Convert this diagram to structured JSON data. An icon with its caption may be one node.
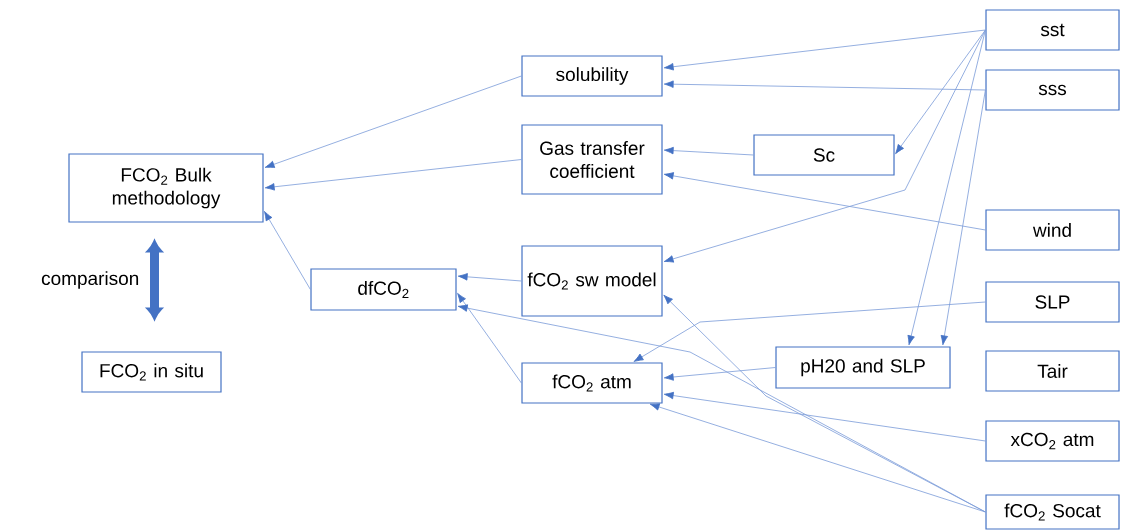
{
  "diagram": {
    "nodes": [
      {
        "text": [
          "FCO$_{2}$ Bulk methodology"
        ]
      },
      {
        "text": [
          "FCO$_{2}$ in situ"
        ]
      },
      {
        "text": [
          "solubility"
        ]
      },
      {
        "text": [
          "Gas transfer coefficient"
        ]
      },
      {
        "text": [
          "Sc"
        ]
      },
      {
        "text": [
          "dfCO$_{2}$"
        ]
      },
      {
        "text": [
          "fCO$_{2}$ sw model"
        ]
      },
      {
        "text": [
          "fCO$_{2}$ atm"
        ]
      },
      {
        "text": [
          "pH20 and SLP"
        ]
      },
      {
        "text": [
          "sst"
        ]
      },
      {
        "text": [
          "sss"
        ]
      },
      {
        "text": [
          "wind"
        ]
      },
      {
        "text": [
          "SLP"
        ]
      },
      {
        "text": [
          "Tair"
        ]
      },
      {
        "text": [
          "xCO$_{2}$ atm"
        ]
      },
      {
        "text": [
          "fCO$_{2}$ Socat"
        ]
      }
    ],
    "edges": [
      {
        "from": 0,
        "to": 1,
        "arrow": "both",
        "label": "comparison",
        "style": "thick",
        "color": "#4472c4"
      },
      {
        "from": 2,
        "to": 0,
        "arrow": "to"
      },
      {
        "from": 3,
        "to": 0,
        "arrow": "to"
      },
      {
        "from": 5,
        "to": 0,
        "arrow": "to"
      },
      {
        "from": 9,
        "to": 2,
        "arrow": "to"
      },
      {
        "from": 10,
        "to": 2,
        "arrow": "to"
      },
      {
        "from": 4,
        "to": 3,
        "arrow": "to"
      },
      {
        "from": 11,
        "to": 3,
        "arrow": "to"
      },
      {
        "from": 9,
        "to": 4,
        "arrow": "to"
      },
      {
        "from": 9,
        "to": 6,
        "arrow": "to"
      },
      {
        "from": 9,
        "to": 8,
        "arrow": "to"
      },
      {
        "from": 10,
        "to": 8,
        "arrow": "to"
      },
      {
        "from": 6,
        "to": 5,
        "arrow": "to"
      },
      {
        "from": 7,
        "to": 5,
        "arrow": "to"
      },
      {
        "from": 15,
        "to": 5,
        "arrow": "to"
      },
      {
        "from": 15,
        "to": 6,
        "arrow": "to"
      },
      {
        "from": 12,
        "to": 7,
        "arrow": "to"
      },
      {
        "from": 8,
        "to": 7,
        "arrow": "to"
      },
      {
        "from": 14,
        "to": 7,
        "arrow": "to"
      },
      {
        "from": 15,
        "to": 7,
        "arrow": "to"
      }
    ]
  }
}
